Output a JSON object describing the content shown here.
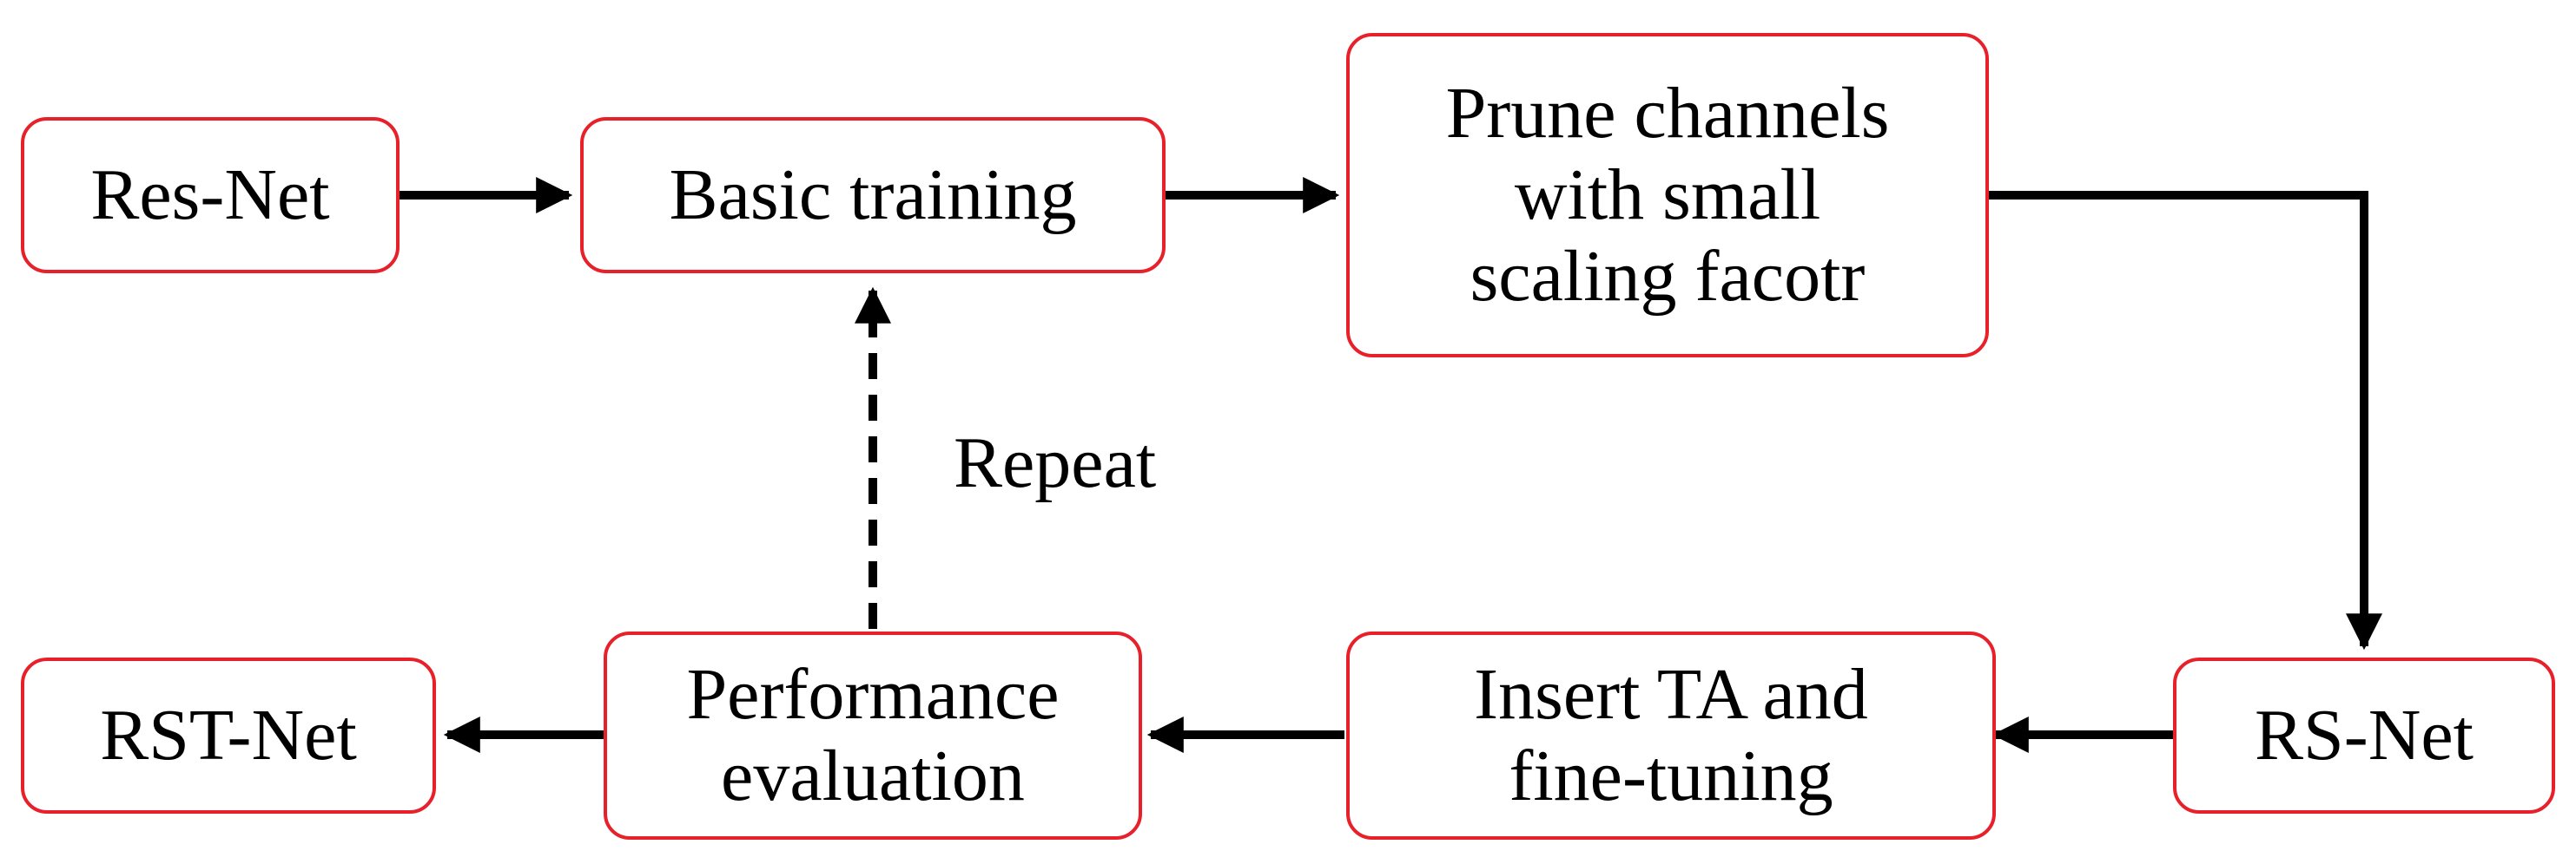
{
  "nodes": {
    "res_net": "Res-Net",
    "basic_training": "Basic training",
    "prune": [
      "Prune channels",
      "with small",
      "scaling facotr"
    ],
    "rs_net": "RS-Net",
    "insert_ta": [
      "Insert TA and",
      "fine-tuning"
    ],
    "performance": [
      "Performance",
      "evaluation"
    ],
    "rst_net": "RST-Net"
  },
  "labels": {
    "repeat": "Repeat"
  },
  "colors": {
    "box_border": "#e8202a",
    "arrow": "#000000"
  }
}
